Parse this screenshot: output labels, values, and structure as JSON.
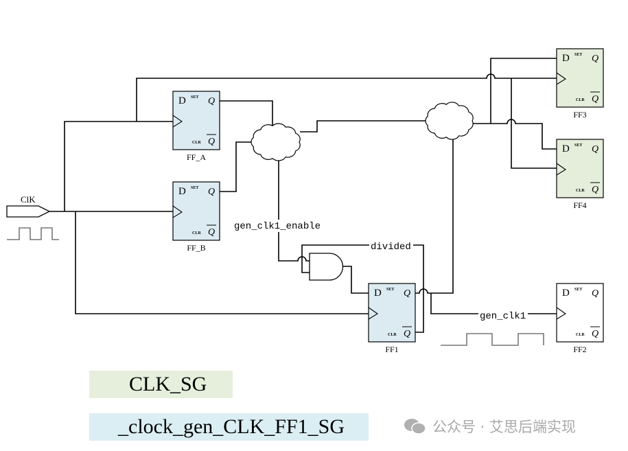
{
  "clock_input": {
    "label": "ClK"
  },
  "flip_flops": [
    {
      "id": "FF_A",
      "label": "FF_A",
      "color": "#dcebf2"
    },
    {
      "id": "FF_B",
      "label": "FF_B",
      "color": "#dcebf2"
    },
    {
      "id": "FF1",
      "label": "FF1",
      "color": "#dcebf2"
    },
    {
      "id": "FF3",
      "label": "FF3",
      "color": "#e4eedb"
    },
    {
      "id": "FF4",
      "label": "FF4",
      "color": "#e4eedb"
    },
    {
      "id": "FF2",
      "label": "FF2",
      "color": "#ffffff"
    }
  ],
  "ff_pins": {
    "d": "D",
    "set": "SET",
    "q": "Q",
    "clr": "CLR",
    "qbar": "Q"
  },
  "nets": {
    "enable": "gen_clk1_enable",
    "divided": "divided",
    "gen_clk": "gen_clk1"
  },
  "legend": [
    {
      "label": "CLK_SG",
      "color": "#e6efdc"
    },
    {
      "label": "_clock_gen_CLK_FF1_SG",
      "color": "#dbeef3"
    }
  ],
  "watermark": {
    "text": "公众号 · 艾思后端实现",
    "icon": "wechat-icon"
  }
}
